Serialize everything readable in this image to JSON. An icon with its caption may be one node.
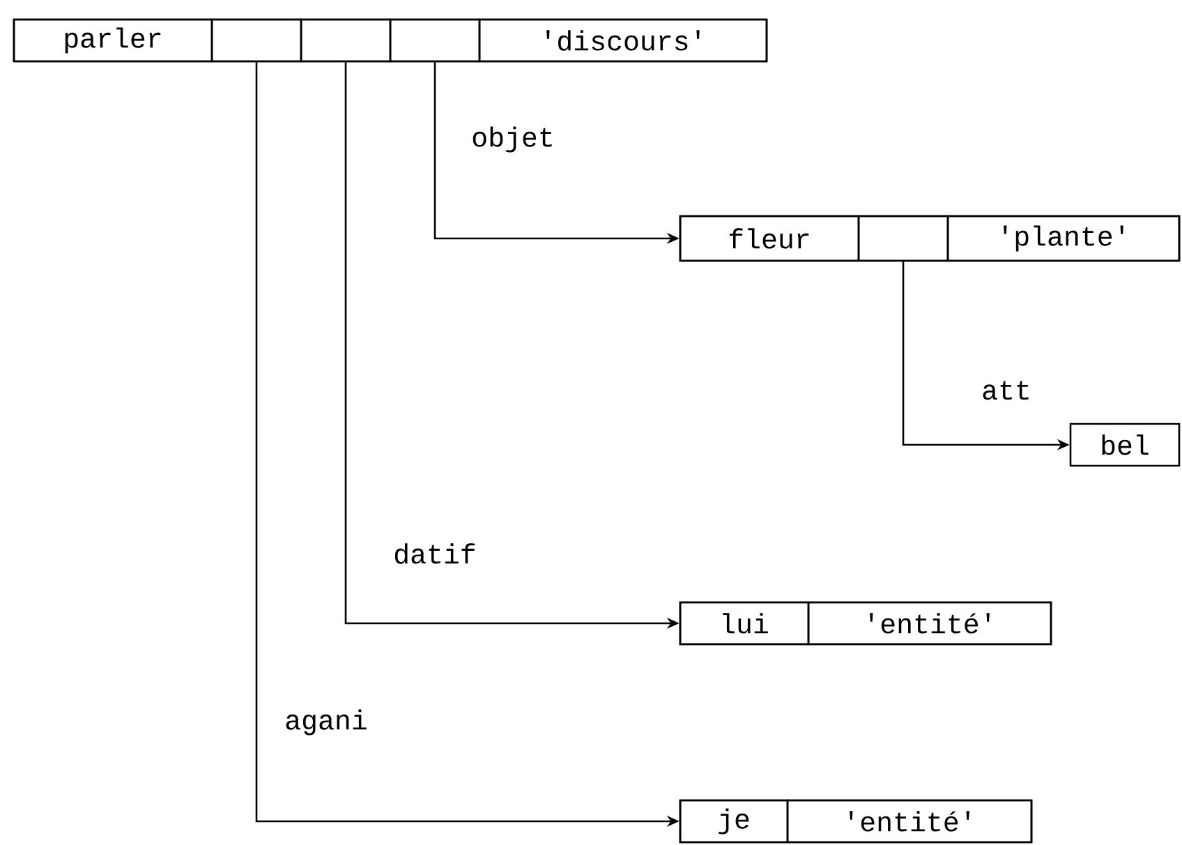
{
  "diagram": {
    "nodes": [
      {
        "text": [],
        "shape": "box"
      },
      {
        "text": [
          "parler"
        ],
        "in": 0
      },
      {
        "text": [],
        "shape": "box",
        "in": 0
      },
      {
        "text": [],
        "shape": "box",
        "in": 0
      },
      {
        "text": [],
        "shape": "box",
        "in": 0
      },
      {
        "text": [
          "'discours'"
        ],
        "in": 0
      },
      {
        "text": [],
        "shape": "box"
      },
      {
        "text": [
          "fleur"
        ],
        "in": 6
      },
      {
        "text": [],
        "shape": "box",
        "in": 6
      },
      {
        "text": [
          "'plante'"
        ],
        "in": 6
      },
      {
        "text": [
          "bel"
        ]
      },
      {
        "text": [],
        "shape": "box"
      },
      {
        "text": [
          "lui"
        ],
        "in": 11
      },
      {
        "text": [
          "'entité'"
        ],
        "in": 11
      },
      {
        "text": [],
        "shape": "box"
      },
      {
        "text": [
          "je"
        ],
        "in": 14
      },
      {
        "text": [
          "'entité'"
        ],
        "in": 14
      }
    ],
    "edges": [
      {
        "from": 4,
        "to": 6,
        "arrow": "to",
        "label": "objet"
      },
      {
        "from": 8,
        "to": 10,
        "arrow": "to",
        "label": "att"
      },
      {
        "from": 3,
        "to": 11,
        "arrow": "to",
        "label": "datif"
      },
      {
        "from": 2,
        "to": 14,
        "arrow": "to",
        "label": "agani"
      }
    ]
  }
}
